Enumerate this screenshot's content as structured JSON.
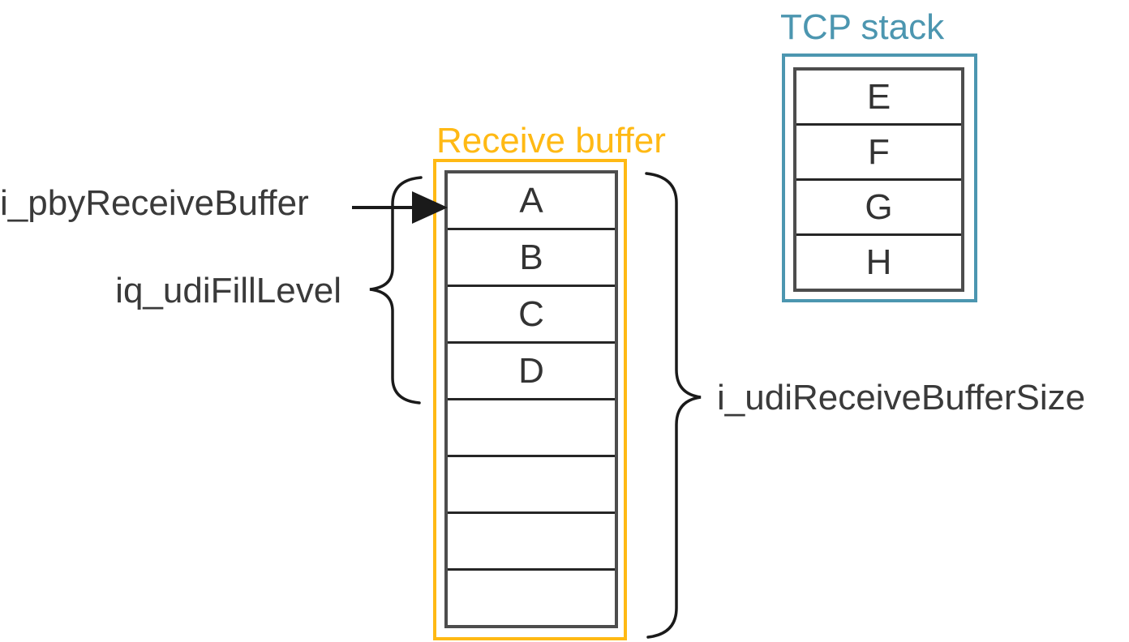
{
  "colors": {
    "receive_buffer_accent": "#FFB914",
    "tcp_stack_accent": "#4C96B0",
    "label_text": "#3A3A3A",
    "line": "#1A1A1A",
    "cell_border": "#262626",
    "table_border": "#4D4D4D",
    "background": "#FFFFFF"
  },
  "labels": {
    "pointer": "i_pbyReceiveBuffer",
    "fill_level": "iq_udiFillLevel",
    "buffer_size": "i_udiReceiveBufferSize"
  },
  "receive_buffer": {
    "title": "Receive buffer",
    "cells": [
      "A",
      "B",
      "C",
      "D",
      "",
      "",
      "",
      ""
    ]
  },
  "tcp_stack": {
    "title": "TCP stack",
    "cells": [
      "E",
      "F",
      "G",
      "H"
    ]
  }
}
